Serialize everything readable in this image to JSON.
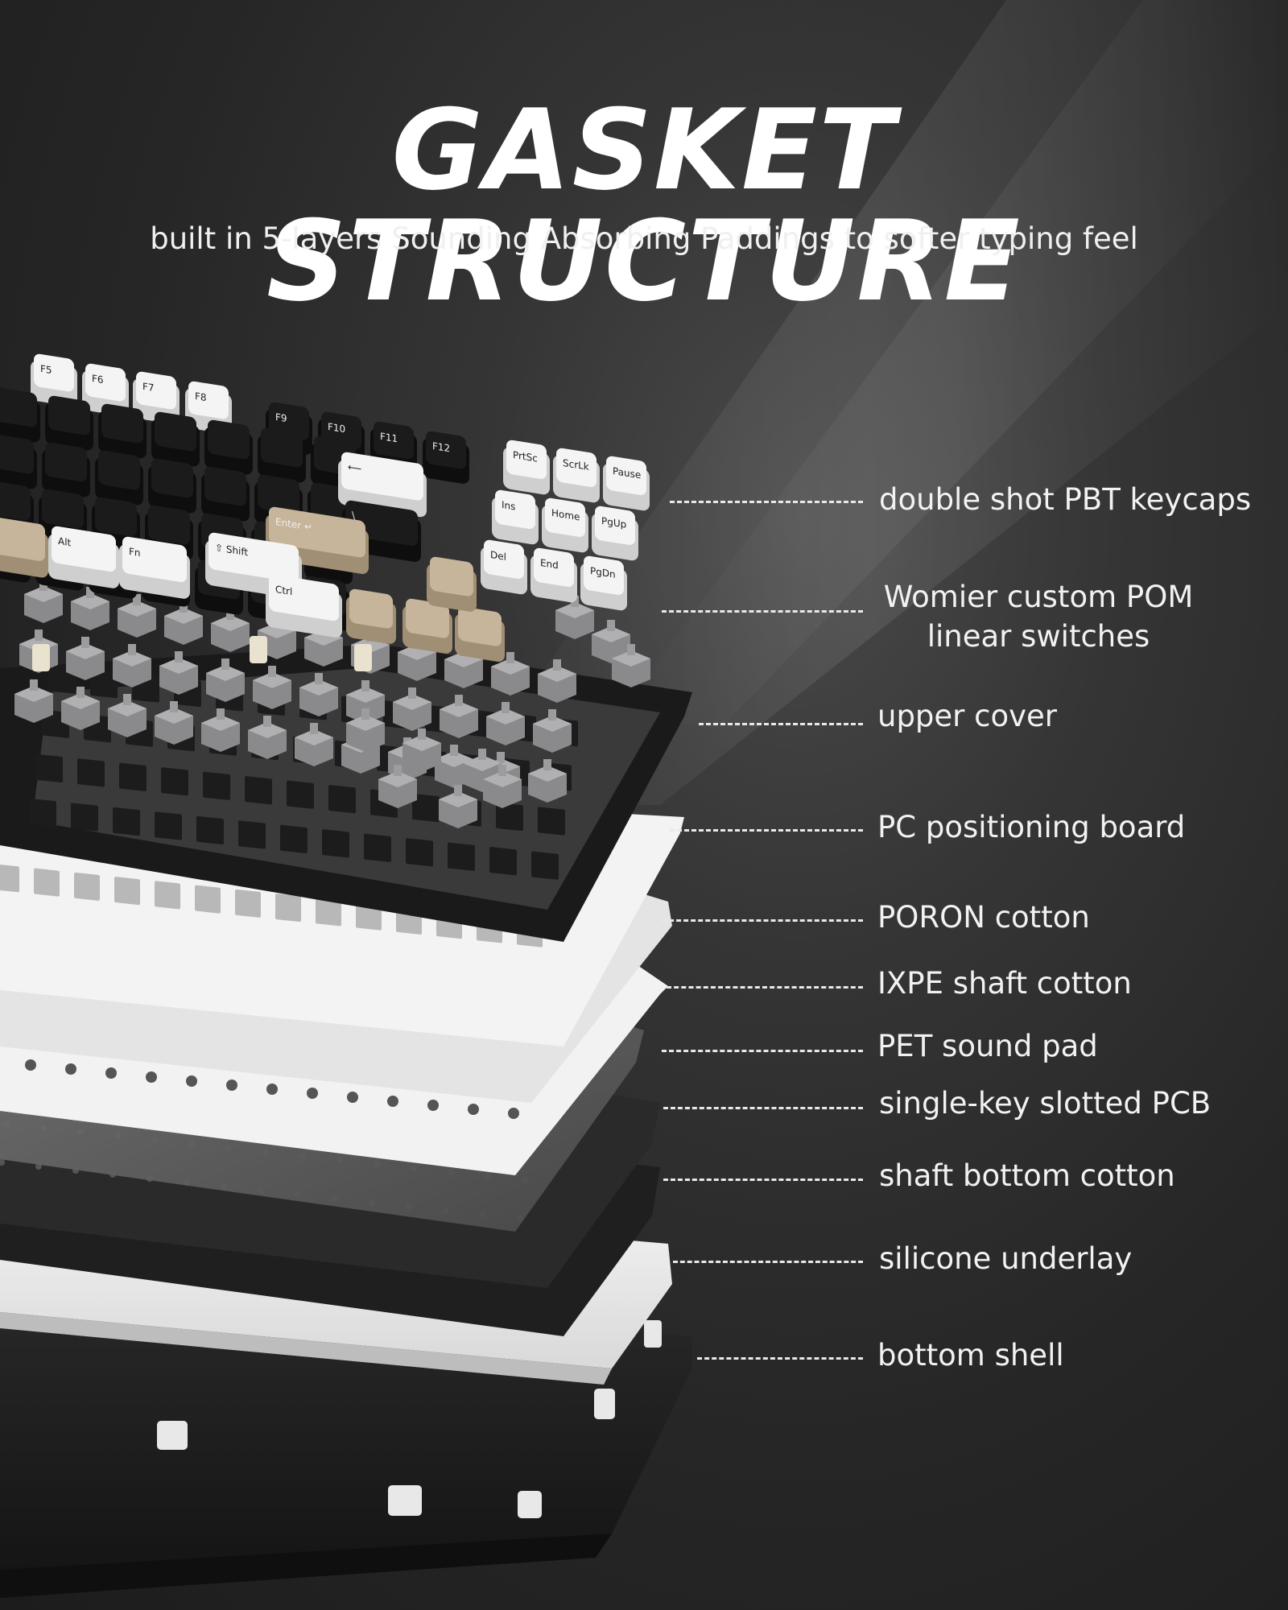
{
  "header": {
    "title": "GASKET STRUCTURE",
    "subtitle": "built in 5-layers Sounding Absorbing Paddings to softer typing feel"
  },
  "layers": [
    {
      "id": "keycaps",
      "label": "double shot PBT keycaps"
    },
    {
      "id": "switches",
      "label_lines": [
        "Womier custom POM",
        "linear switches"
      ]
    },
    {
      "id": "upper-cover",
      "label": "upper cover"
    },
    {
      "id": "pc-board",
      "label": "PC positioning board"
    },
    {
      "id": "poron",
      "label": "PORON cotton"
    },
    {
      "id": "ixpe",
      "label": "IXPE shaft cotton"
    },
    {
      "id": "pet",
      "label": "PET sound pad"
    },
    {
      "id": "pcb",
      "label": "single-key slotted PCB"
    },
    {
      "id": "shaft-bottom",
      "label": "shaft bottom cotton"
    },
    {
      "id": "silicone",
      "label": "silicone underlay"
    },
    {
      "id": "bottom-shell",
      "label": "bottom shell"
    }
  ],
  "keycaps": {
    "fkeys": [
      "F5",
      "F6",
      "F7",
      "F8",
      "F9",
      "F10",
      "F11",
      "F12"
    ],
    "nav": [
      "PrtSc",
      "ScrLk",
      "Pause",
      "Ins",
      "Home",
      "PgUp",
      "Del",
      "End",
      "PgDn"
    ],
    "mods": [
      "Alt",
      "Fn",
      "Ctrl",
      "⇧ Shift",
      "Enter ↵"
    ]
  },
  "colors": {
    "background": "#262626",
    "text": "#ffffff",
    "keycap_black": "#1b1b1b",
    "keycap_white": "#f4f4f4",
    "keycap_beige": "#c6b59a",
    "switch_grey": "#8a8a8c",
    "foam_white": "#eeeeee",
    "pcb_black": "#1e1e1e"
  }
}
